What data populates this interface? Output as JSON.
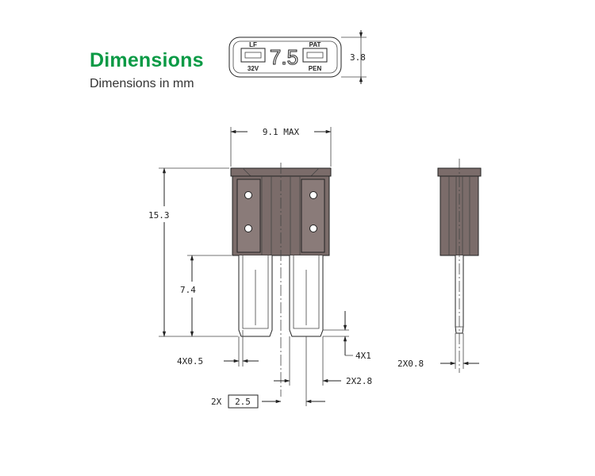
{
  "header": {
    "title": "Dimensions",
    "subtitle": "Dimensions in mm"
  },
  "fuse_top": {
    "left_top": "LF",
    "left_bottom": "32V",
    "rating": "7.5",
    "right_top": "PAT",
    "right_bottom": "PEN"
  },
  "dimensions": {
    "top_height": "3.8",
    "width": "9.1 MAX",
    "height": "15.3",
    "blade_length": "7.4",
    "blade_thickness_front": "4X0.5",
    "blade_tip": "4X1",
    "blade_width": "2X2.8",
    "blade_spacing_prefix": "2X",
    "blade_spacing": "2.5",
    "side_blade": "2X0.8"
  },
  "colors": {
    "title": "#0a9a45",
    "fuse_body": "#7b6c6a"
  }
}
